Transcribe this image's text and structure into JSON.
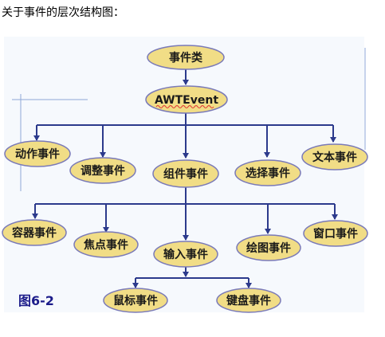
{
  "caption": "关于事件的层次结构图：",
  "figure_label": "图6-2",
  "colors": {
    "panel": "#f6f9fd",
    "node_fill": "#f1dd86",
    "node_stroke": "#7a7ab8",
    "connector": "#2c3a8c",
    "figure_label": "#1c1c8a",
    "guide": "#8fa7d8"
  },
  "nodes": {
    "root": "事件类",
    "awt": "AWTEvent",
    "action": "动作事件",
    "adjust": "调整事件",
    "component": "组件事件",
    "selection": "选择事件",
    "text": "文本事件",
    "container": "容器事件",
    "focus": "焦点事件",
    "input": "输入事件",
    "paint": "绘图事件",
    "window": "窗口事件",
    "mouse": "鼠标事件",
    "keyboard": "键盘事件"
  },
  "tree": [
    [
      "root",
      "awt"
    ],
    [
      "awt",
      "action"
    ],
    [
      "awt",
      "adjust"
    ],
    [
      "awt",
      "component"
    ],
    [
      "awt",
      "selection"
    ],
    [
      "awt",
      "text"
    ],
    [
      "component",
      "container"
    ],
    [
      "component",
      "focus"
    ],
    [
      "component",
      "input"
    ],
    [
      "component",
      "paint"
    ],
    [
      "component",
      "window"
    ],
    [
      "input",
      "mouse"
    ],
    [
      "input",
      "keyboard"
    ]
  ]
}
